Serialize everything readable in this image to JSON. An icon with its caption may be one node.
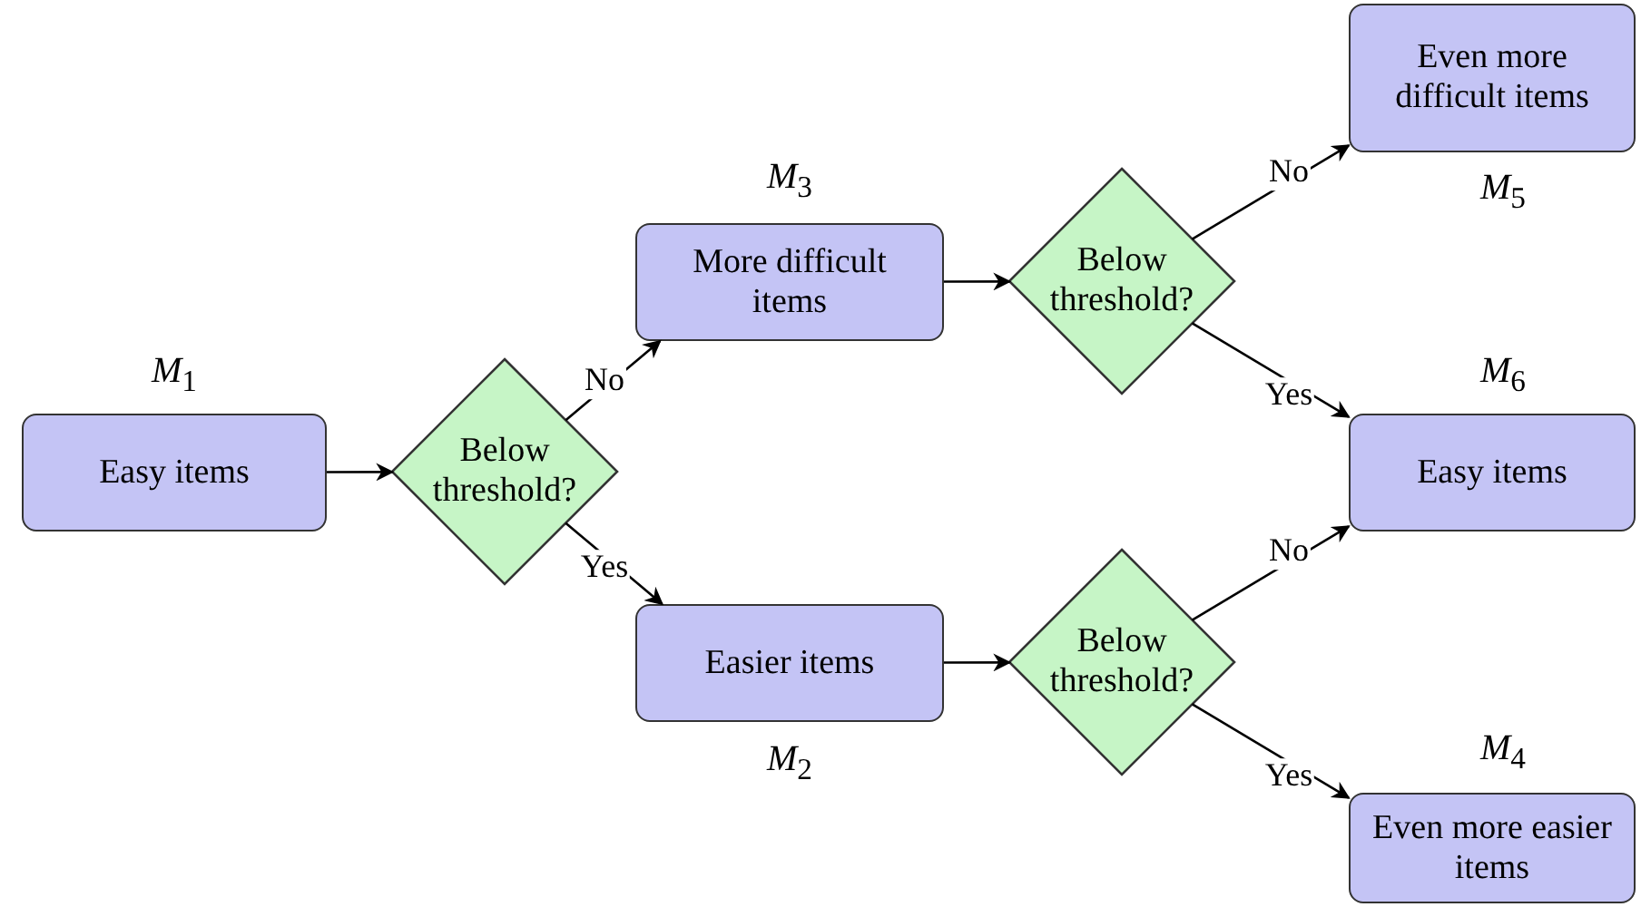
{
  "diagram": {
    "nodes": [
      {
        "text": [
          "Easy items"
        ],
        "beside": [
          "*M*$_{1}$"
        ]
      },
      {
        "text": [
          "Below threshold?"
        ]
      },
      {
        "text": [
          "More difficult items"
        ],
        "beside": [
          "*M*$_{3}$"
        ]
      },
      {
        "text": [
          "Easier items"
        ],
        "beside": [
          "*M*$_{2}$"
        ]
      },
      {
        "text": [
          "Below threshold?"
        ]
      },
      {
        "text": [
          "Below threshold?"
        ]
      },
      {
        "text": [
          "Even more difficult items"
        ],
        "beside": [
          "*M*$_{5}$"
        ]
      },
      {
        "text": [
          "Easy items"
        ],
        "beside": [
          "*M*$_{6}$"
        ]
      },
      {
        "text": [
          "Even more easier items"
        ],
        "beside": [
          "*M*$_{4}$"
        ]
      }
    ],
    "edges": [
      {
        "from": 0,
        "to": 1,
        "arrow": "to"
      },
      {
        "from": 1,
        "to": 2,
        "arrow": "to",
        "label": "No"
      },
      {
        "from": 1,
        "to": 3,
        "arrow": "to",
        "label": "Yes"
      },
      {
        "from": 2,
        "to": 4,
        "arrow": "to"
      },
      {
        "from": 3,
        "to": 5,
        "arrow": "to"
      },
      {
        "from": 4,
        "to": 6,
        "arrow": "to",
        "label": "No"
      },
      {
        "from": 4,
        "to": 7,
        "arrow": "to",
        "label": "Yes"
      },
      {
        "from": 5,
        "to": 7,
        "arrow": "to",
        "label": "No"
      },
      {
        "from": 5,
        "to": 8,
        "arrow": "to",
        "label": "Yes"
      }
    ]
  }
}
